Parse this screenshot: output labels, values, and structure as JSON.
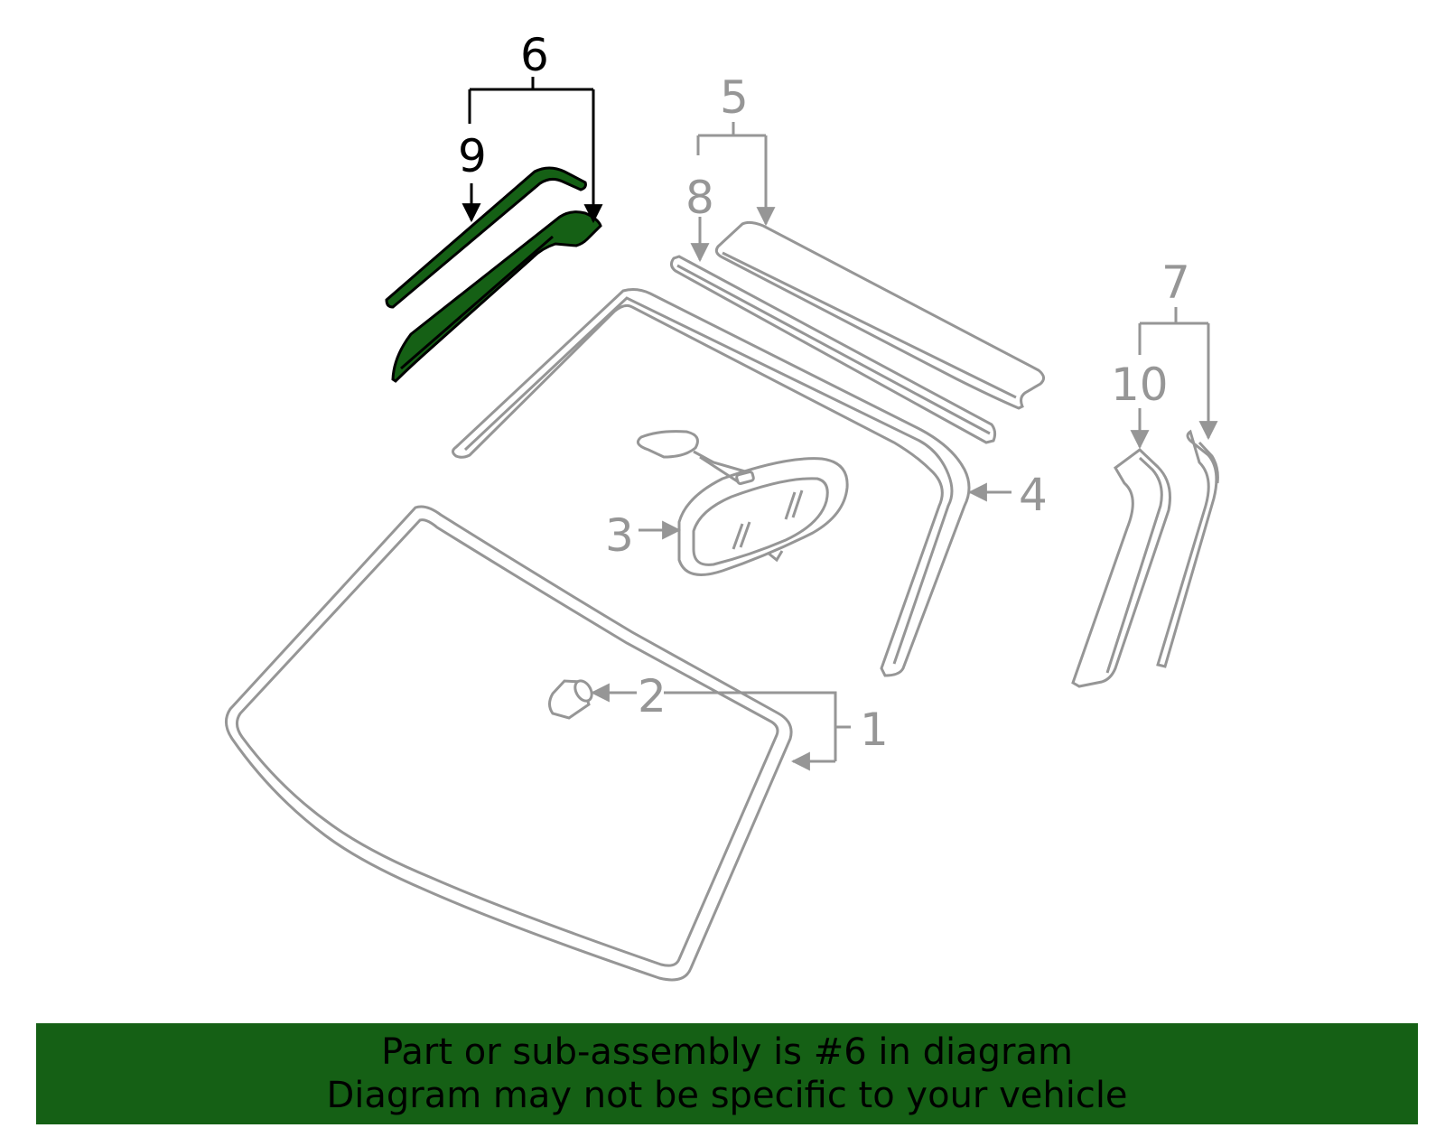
{
  "diagram": {
    "highlighted_part": "6",
    "colors": {
      "highlight_fill": "#156015",
      "highlight_stroke": "#000000",
      "part_stroke": "#969696",
      "banner_bg": "#156015"
    },
    "callouts": {
      "c1": "1",
      "c2": "2",
      "c3": "3",
      "c4": "4",
      "c5": "5",
      "c6": "6",
      "c7": "7",
      "c8": "8",
      "c9": "9",
      "c10": "10"
    }
  },
  "footer": {
    "line1": "Part or sub-assembly is #6 in diagram",
    "line2": "Diagram may not be specific to your vehicle"
  }
}
